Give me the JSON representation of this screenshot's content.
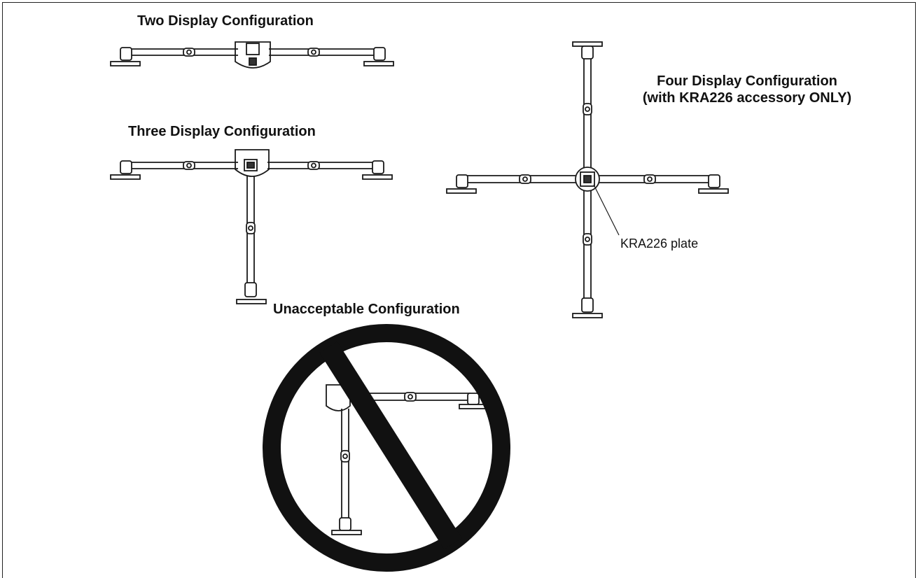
{
  "labels": {
    "two": "Two Display Configuration",
    "three": "Three Display Configuration",
    "four_line1": "Four Display Configuration",
    "four_line2": "(with KRA226 accessory ONLY)",
    "unacceptable": "Unacceptable Configuration",
    "plate": "KRA226 plate"
  },
  "colors": {
    "line": "#1a1a1a",
    "prohibition": "#111111",
    "background": "#ffffff"
  }
}
